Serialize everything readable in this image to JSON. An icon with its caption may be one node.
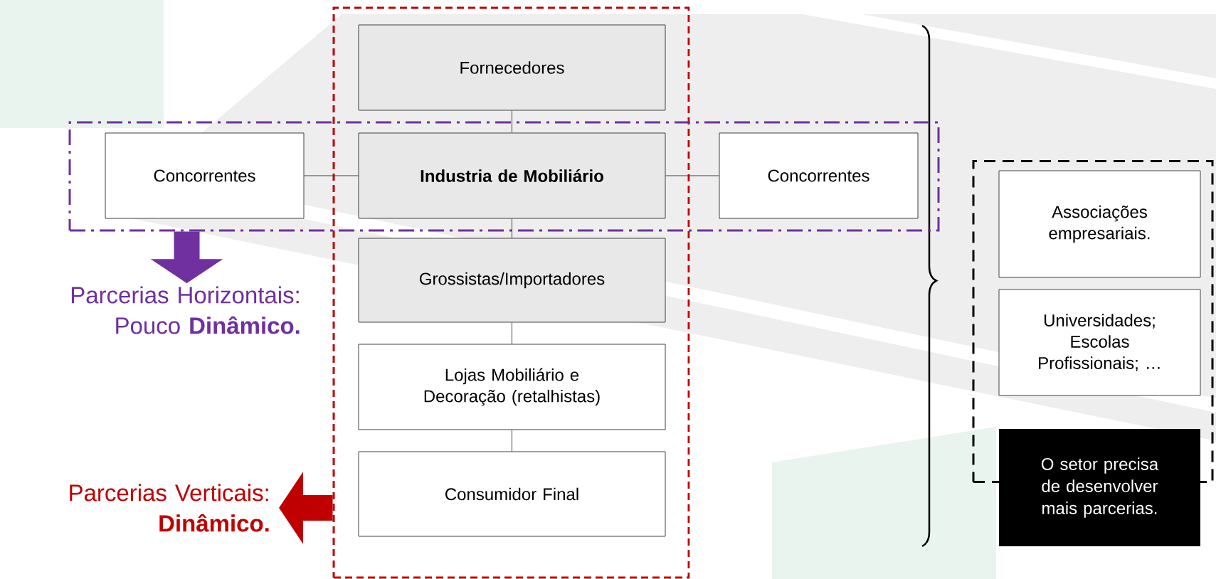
{
  "diagram": {
    "nodes": [
      {
        "text": [],
        "shape": "box"
      },
      {
        "text": [
          "Fornecedores"
        ],
        "in": 0
      },
      {
        "text": [],
        "shape": "box"
      },
      {
        "text": [
          "Concorrentes"
        ],
        "in": 2
      },
      {
        "text": [
          "Industria de Mobiliário"
        ]
      },
      {
        "text": [
          "Concorrentes"
        ],
        "in": 2
      },
      {
        "text": [
          "Grossistas/Importadores"
        ],
        "in": 0
      },
      {
        "text": [
          "Lojas Mobiliário e Decoração (retalhistas)"
        ],
        "in": 0
      },
      {
        "text": [
          "Consumidor Final"
        ],
        "in": 0
      },
      {
        "text": [
          "Parcerias Horizontais: Pouco **Dinâmico.**"
        ]
      },
      {
        "text": [
          "Parcerias Verticais: **Dinâmico.**"
        ]
      },
      {
        "text": [],
        "shape": "box"
      },
      {
        "text": [
          "Associações empresariais."
        ],
        "in": 11
      },
      {
        "text": [
          "Universidades; Escolas Profissionais; …"
        ],
        "in": 11
      },
      {
        "text": [
          "O setor precisa de desenvolver mais parcerias."
        ]
      }
    ],
    "edges": [
      {
        "from": 1,
        "to": 4,
        "arrow": "none"
      },
      {
        "from": 3,
        "to": 4,
        "arrow": "none"
      },
      {
        "from": 4,
        "to": 5,
        "arrow": "none"
      },
      {
        "from": 4,
        "to": 6,
        "arrow": "none"
      },
      {
        "from": 6,
        "to": 7,
        "arrow": "none"
      },
      {
        "from": 7,
        "to": 8,
        "arrow": "none"
      },
      {
        "from": 2,
        "to": 9,
        "arrow": "to",
        "style": "thick",
        "color": "#7030a0"
      },
      {
        "from": 0,
        "to": 10,
        "arrow": "to",
        "style": "thick",
        "color": "#c00000"
      }
    ]
  }
}
